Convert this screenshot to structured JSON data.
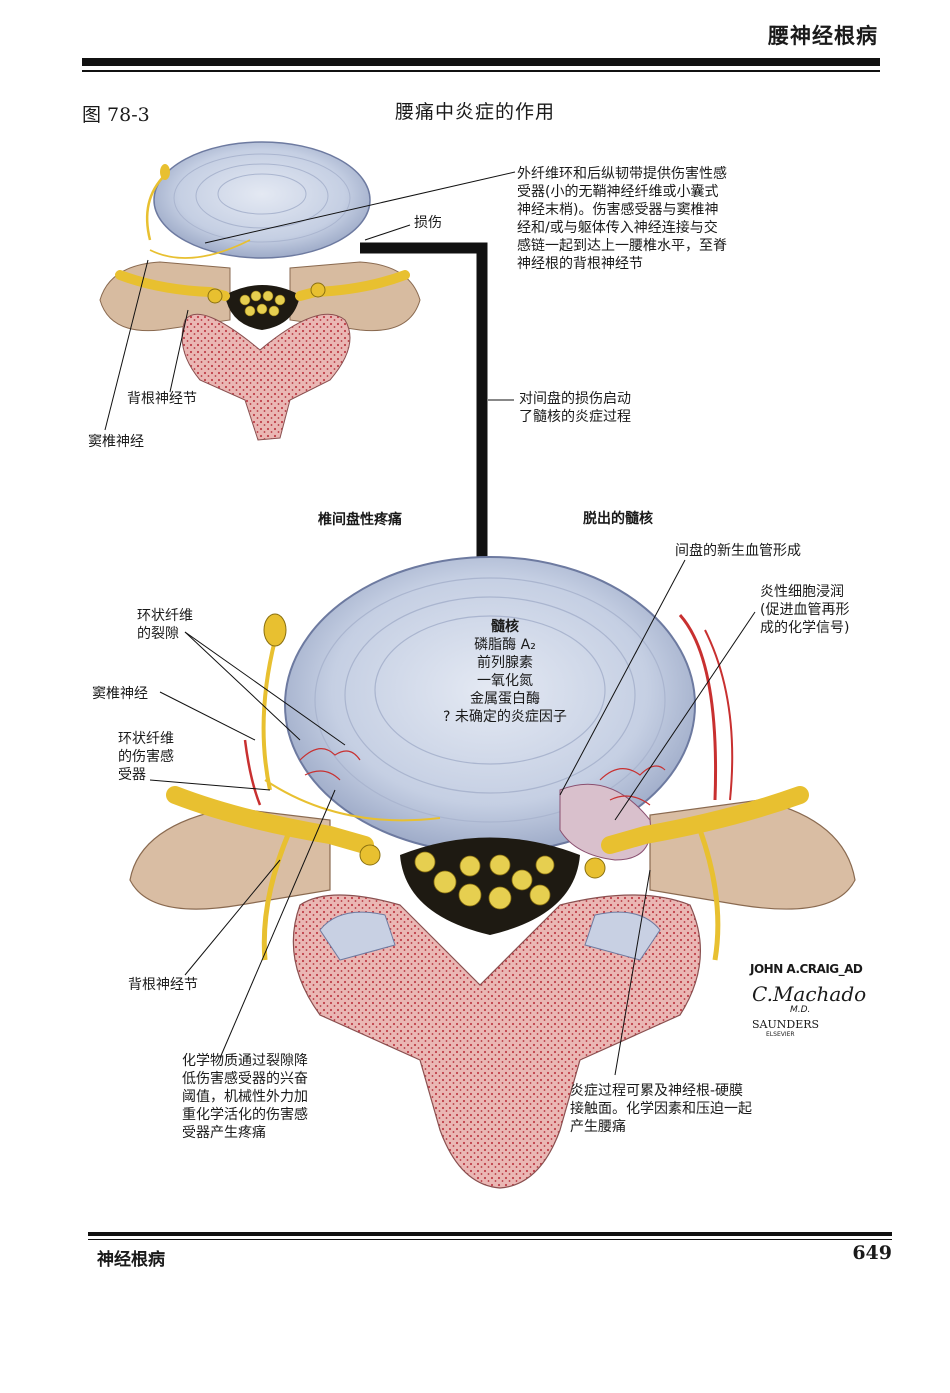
{
  "header": {
    "running_title": "腰神经根病"
  },
  "figure": {
    "number": "图 78-3",
    "title": "腰痛中炎症的作用"
  },
  "top_panel": {
    "label_injury": "损伤",
    "label_fibers": "外纤维环和后纵韧带提供伤害性感\n受器(小的无鞘神经纤维或小囊式\n神经末梢)。伤害感受器与窦椎神\n经和/或与躯体传入神经连接与交\n感链一起到达上一腰椎水平，至脊\n神经根的背根神经节",
    "label_drg": "背根神经节",
    "label_sinuvertebral": "窦椎神经",
    "label_arrow": "对间盘的损伤启动\n了髓核的炎症过程"
  },
  "bottom_panel": {
    "heading_left": "椎间盘性疼痛",
    "heading_right": "脱出的髓核",
    "nucleus": {
      "title": "髓核",
      "items": [
        "磷脂酶 A₂",
        "前列腺素",
        "一氧化氮",
        "金属蛋白酶",
        "? 未确定的炎症因子"
      ]
    },
    "label_fissure": "环状纤维\n的裂隙",
    "label_sinuvertebral": "窦椎神经",
    "label_receptor": "环状纤维\n的伤害感\n受器",
    "label_drg": "背根神经节",
    "label_chemical": "化学物质通过裂隙降\n低伤害感受器的兴奋\n阈值，机械性外力加\n重化学活化的伤害感\n受器产生疼痛",
    "label_neovasc": "间盘的新生血管形成",
    "label_inflam_cells": "炎性细胞浸润\n(促进血管再形\n成的化学信号)",
    "label_nerve_root": "炎症过程可累及神经根-硬膜\n接触面。化学因素和压迫一起\n产生腰痛"
  },
  "signature": {
    "artist": "JOHN A.CRAIG_AD",
    "coartist": "C.Machado",
    "md": "M.D.",
    "publisher": "SAUNDERS",
    "publisher_sub": "ELSEVIER"
  },
  "footer": {
    "section": "神经根病",
    "page": "649"
  },
  "colors": {
    "disc": "#c9d3e6",
    "nerve": "#e8c030",
    "bone": "#e8b4b0",
    "bone_dots": "#c0404a",
    "vessel": "#c83030",
    "arrow": "#111111"
  }
}
